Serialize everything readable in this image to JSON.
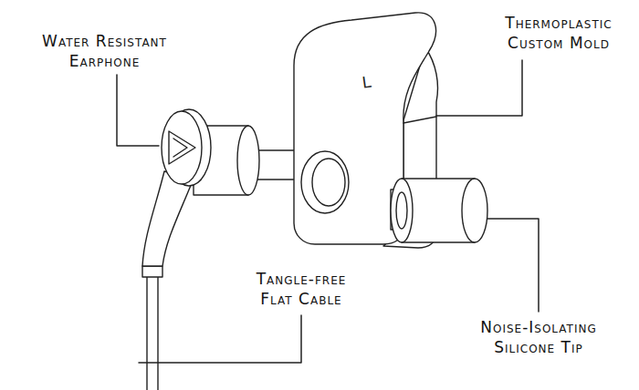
{
  "diagram": {
    "labels": [
      "Water Resistant Earphone",
      "Thermoplastic Custom Mold",
      "Tangle-free Flat Cable",
      "Noise-Isolating Silicone Tip",
      "L"
    ]
  }
}
